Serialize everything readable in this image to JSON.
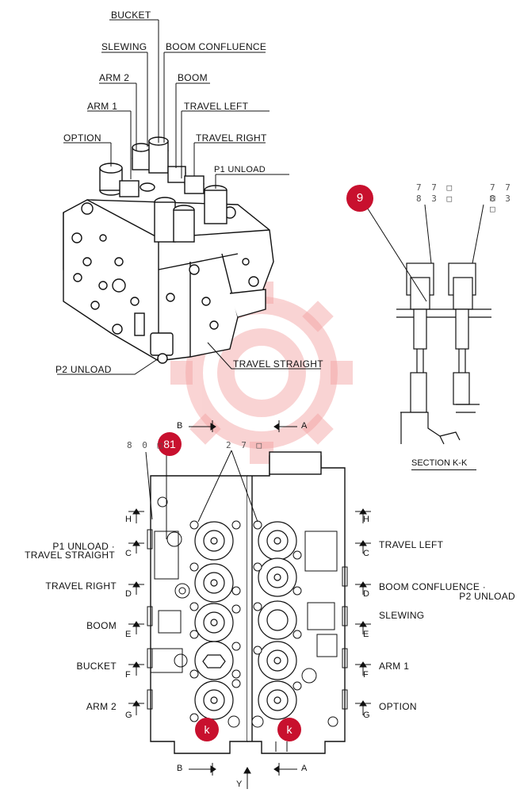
{
  "top_labels": {
    "bucket": "BUCKET",
    "slewing": "SLEWING",
    "boom_confluence": "BOOM CONFLUENCE",
    "arm2": "ARM 2",
    "boom": "BOOM",
    "arm1": "ARM 1",
    "travel_left": "TRAVEL LEFT",
    "option": "OPTION",
    "travel_right": "TRAVEL RIGHT",
    "p1_unload": "P1 UNLOAD",
    "p2_unload": "P2 UNLOAD",
    "travel_straight": "TRAVEL STRAIGHT"
  },
  "section_kk": {
    "title": "SECTION  K-K",
    "note_left": [
      "7 7 □",
      "8 3 □"
    ],
    "note_right": [
      "7 7 □",
      "8 3 □"
    ]
  },
  "badges": {
    "b9": "9",
    "b81": "81",
    "k1": "k",
    "k2": "k"
  },
  "notes": {
    "n80": "8 0 □",
    "n27": "2 7 □"
  },
  "section_marks": {
    "B": "B",
    "A": "A",
    "Y": "Y",
    "H": "H",
    "C": "C",
    "D": "D",
    "E": "E",
    "F": "F",
    "G": "G"
  },
  "left_labels": {
    "p1_unload_line1": "P1 UNLOAD ·",
    "p1_unload_line2": "TRAVEL STRAIGHT",
    "travel_right": "TRAVEL RIGHT",
    "boom": "BOOM",
    "bucket": "BUCKET",
    "arm2": "ARM 2"
  },
  "right_labels": {
    "travel_left": "TRAVEL LEFT",
    "boom_conf_line1": "BOOM CONFLUENCE ·",
    "boom_conf_line2": "P2 UNLOAD",
    "slewing": "SLEWING",
    "arm1": "ARM 1",
    "option": "OPTION"
  },
  "colors": {
    "accent": "#c8102e",
    "line": "#111111",
    "watermark": "#f3b3b3"
  }
}
